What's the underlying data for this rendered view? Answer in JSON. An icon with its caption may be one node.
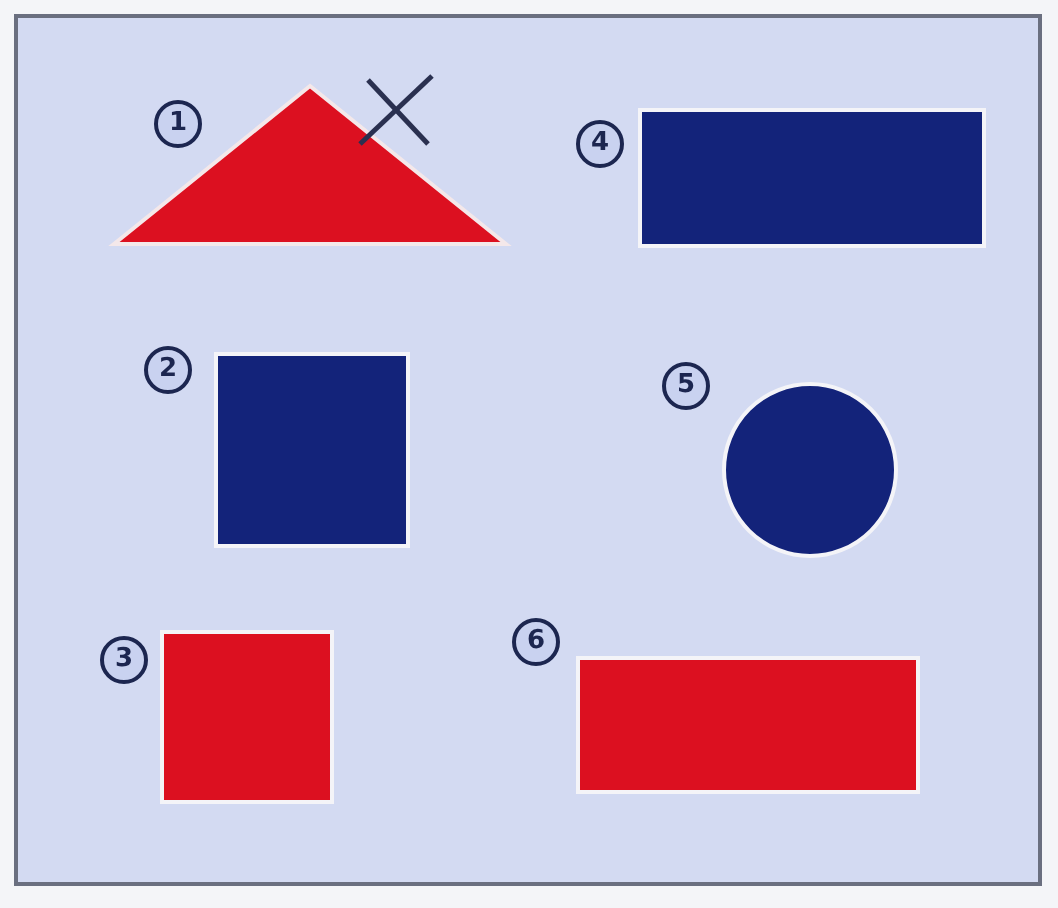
{
  "diagram": {
    "nodes": [
      {
        "text": [],
        "shape": "triangle"
      },
      {
        "text": [],
        "shape": "box"
      },
      {
        "text": [],
        "shape": "box"
      },
      {
        "text": [],
        "shape": "box"
      },
      {
        "text": [],
        "shape": "circle"
      },
      {
        "text": [],
        "shape": "box"
      }
    ],
    "labels": [
      "1",
      "2",
      "3",
      "4",
      "5",
      "6"
    ]
  }
}
